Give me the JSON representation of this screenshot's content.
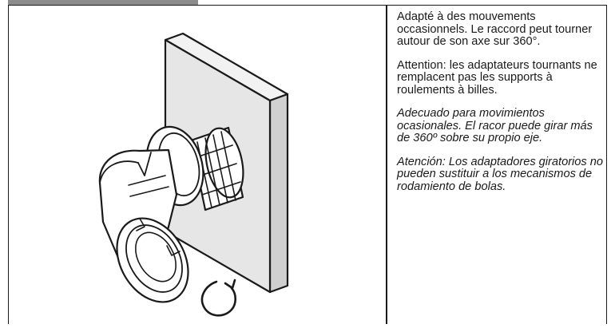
{
  "colors": {
    "frame": "#1a1a1a",
    "tab": "#8c8c8c",
    "wall_face": "#e6e6e6",
    "wall_side": "#d0d0d0"
  },
  "illustration": {
    "icons": [
      "wall-plate-icon",
      "swivel-adapter-icon",
      "rotation-arrow-icon"
    ]
  },
  "text": {
    "fr_1": "Adapté à des mouvements occasionnels. Le raccord peut tourner autour de son axe sur 360°.",
    "fr_2": "Attention: les adaptateurs tournants ne remplacent pas les supports à roulements à billes.",
    "es_1": "Adecuado para movimientos ocasionales. El racor puede girar más de 360º sobre su propio eje.",
    "es_2": "Atención: Los adaptadores giratorios no pueden sustituir a los mecanismos de rodamiento de bolas."
  }
}
